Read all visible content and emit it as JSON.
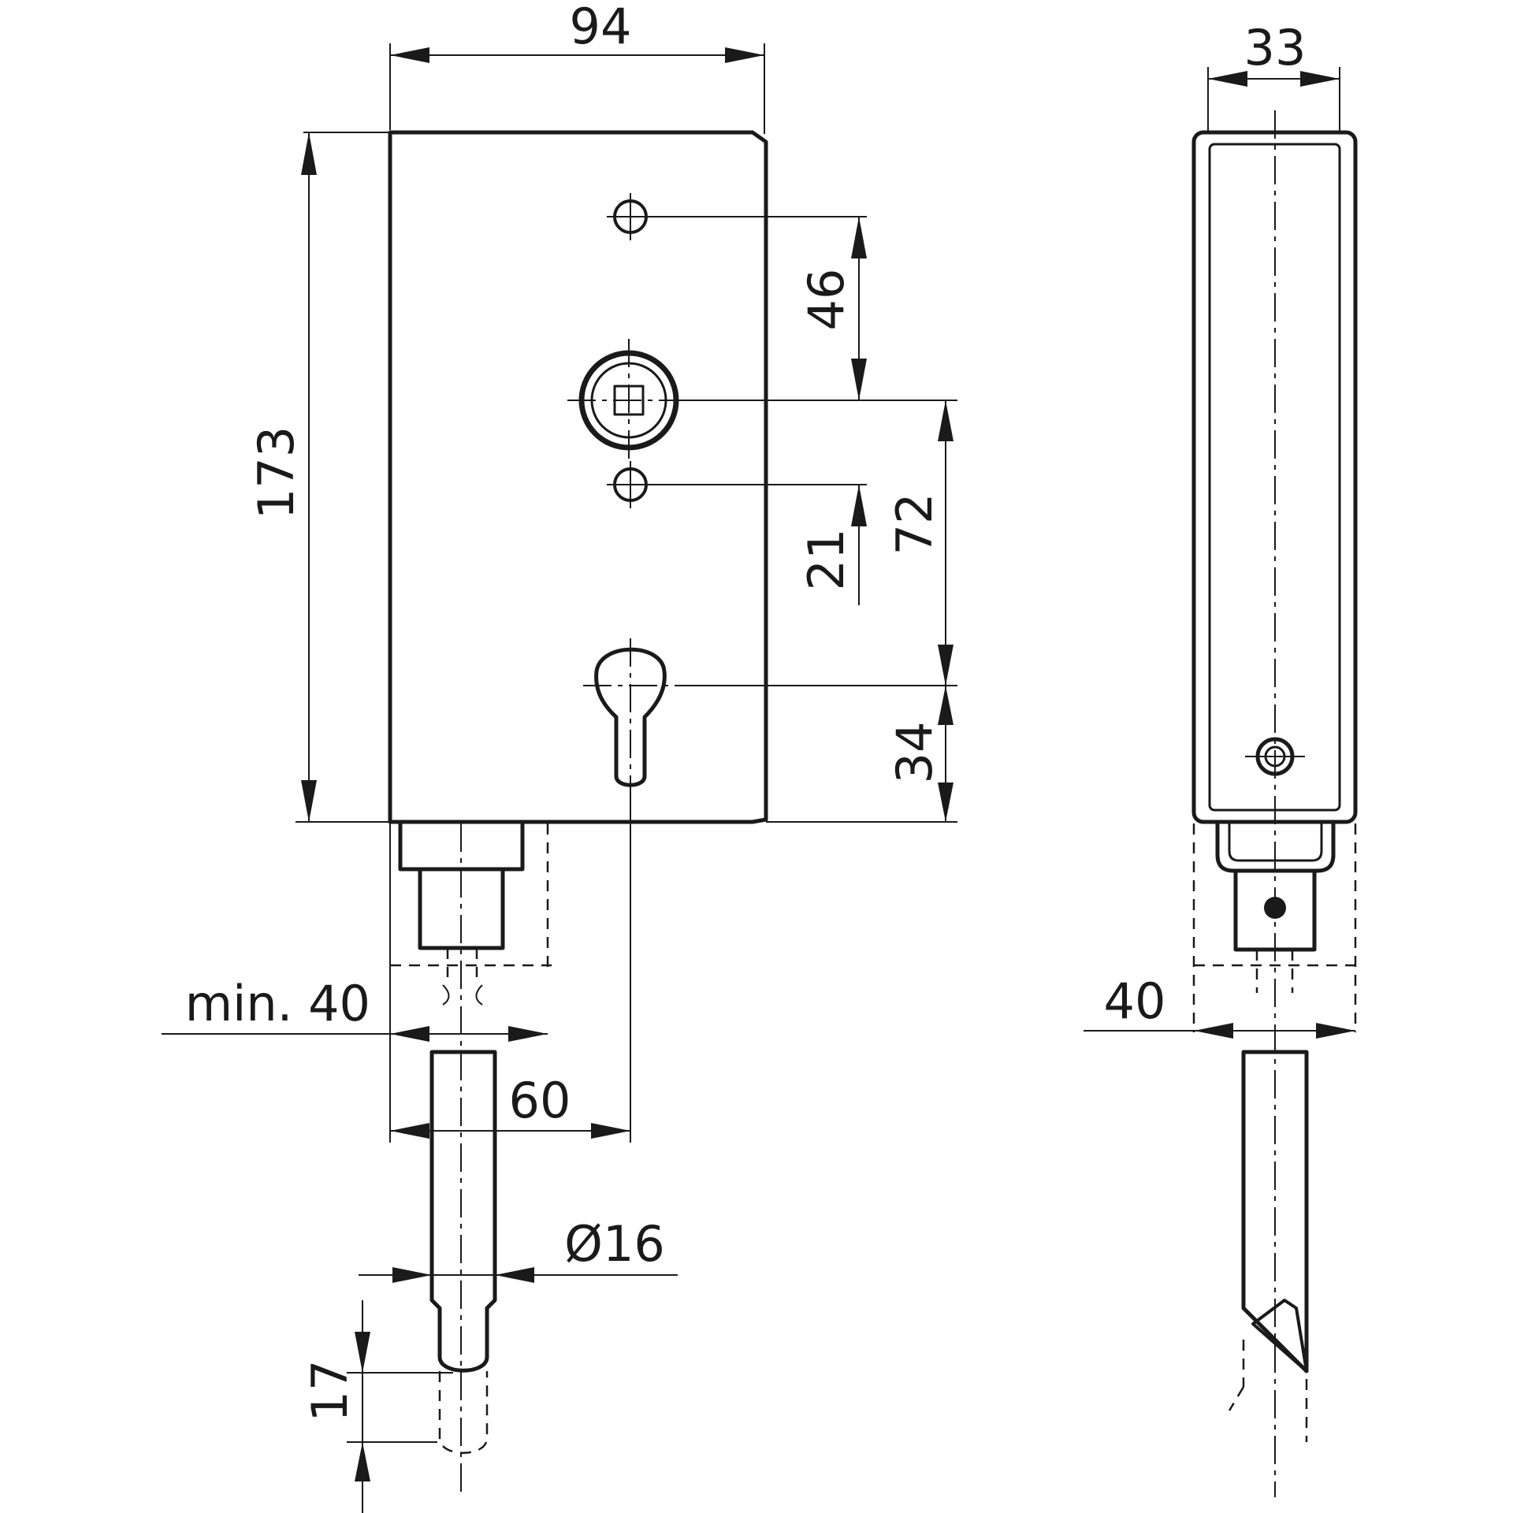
{
  "front_view": {
    "width_label": "94",
    "height_label": "173",
    "screw_spacing_label": "46",
    "screw_offset_label": "21",
    "backset_label": "72",
    "cylinder_label": "34",
    "min_label": "min. 40",
    "distance_label": "60",
    "diameter_label": "Ø16",
    "bolt_label": "17"
  },
  "side_view": {
    "depth_label": "33",
    "distance_label": "40"
  }
}
